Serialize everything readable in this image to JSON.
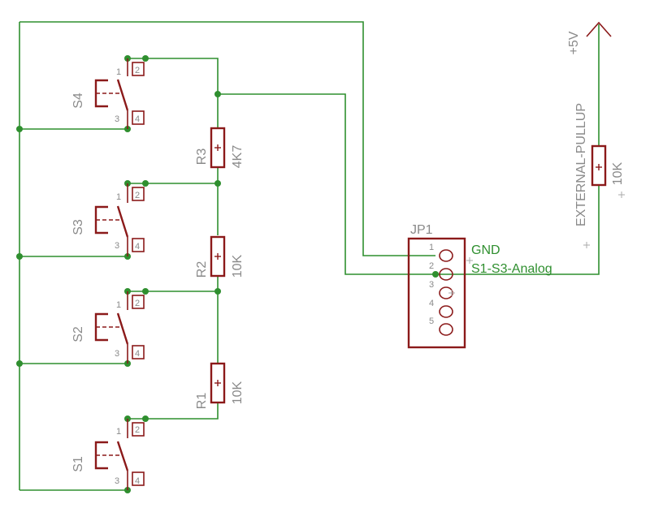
{
  "switches": [
    {
      "name": "S4",
      "pins": [
        "1",
        "2",
        "3",
        "4"
      ]
    },
    {
      "name": "S3",
      "pins": [
        "1",
        "2",
        "3",
        "4"
      ]
    },
    {
      "name": "S2",
      "pins": [
        "1",
        "2",
        "3",
        "4"
      ]
    },
    {
      "name": "S1",
      "pins": [
        "1",
        "2",
        "3",
        "4"
      ]
    }
  ],
  "resistors": [
    {
      "name": "R3",
      "value": "4K7"
    },
    {
      "name": "R2",
      "value": "10K"
    },
    {
      "name": "R1",
      "value": "10K"
    }
  ],
  "connector": {
    "name": "JP1",
    "pins": [
      "1",
      "2",
      "3",
      "4",
      "5"
    ],
    "nets": [
      "GND",
      "S1-S3-Analog"
    ]
  },
  "pullup": {
    "name": "EXTERNAL-PULLUP",
    "value": "10K",
    "supply": "+5V"
  },
  "colors": {
    "wire": "#2f8f2f",
    "part": "#8b1a1a",
    "label": "#8a8a8a"
  }
}
